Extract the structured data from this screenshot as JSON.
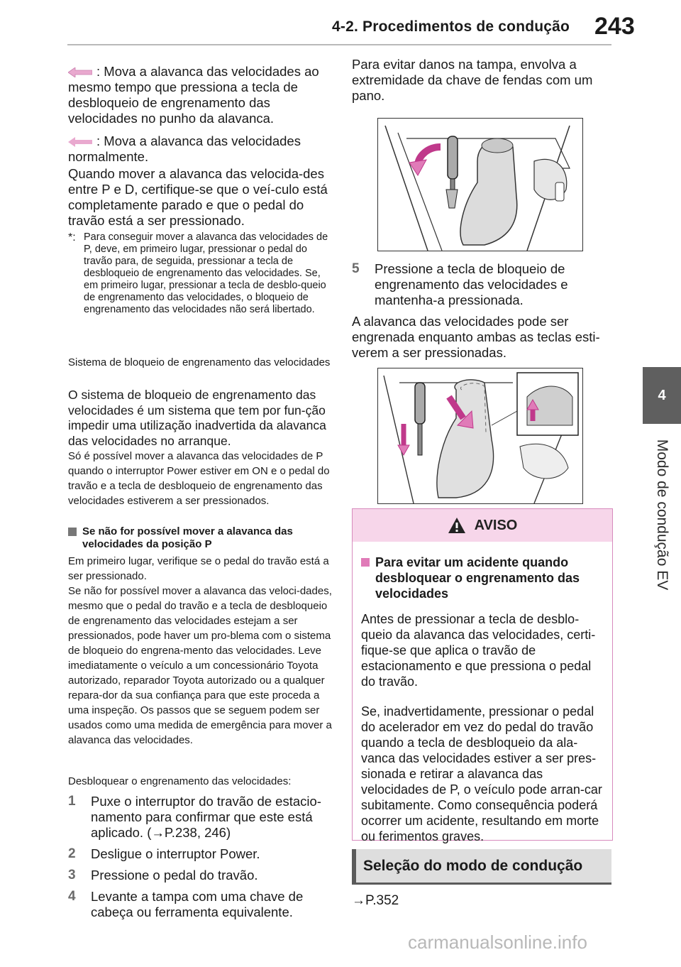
{
  "header": {
    "title": "4-2. Procedimentos de condução",
    "page_number": "243"
  },
  "side": {
    "tab_number": "4",
    "tab_label": "Modo de condução EV"
  },
  "left": {
    "arrow1_text": ": Mova a alavanca das velocidades ao mesmo tempo que pressiona a tecla de desbloqueio de engrenamento das velocidades no punho da alavanca.",
    "arrow2_text": ": Mova a alavanca das velocidades normalmente.",
    "para1": "Quando mover a alavanca das velocida-des entre P e D, certifique-se que o veí-culo está completamente parado e que o pedal do travão está a ser pressionado.",
    "note_mark": "*:",
    "note_text": "Para conseguir mover a alavanca das velocidades de P, deve, em primeiro lugar, pressionar o pedal do travão para, de seguida, pressionar a tecla de desbloqueio de engrenamento das velocidades. Se, em primeiro lugar, pressionar a tecla de desblo-queio de engrenamento das velocidades, o bloqueio de engrenamento das velocidades não será libertado.",
    "subtitle": "Sistema de bloqueio de engrenamento das velocidades",
    "para2": "O sistema de bloqueio de engrenamento das velocidades é um sistema que tem por fun-ção impedir uma utilização inadvertida da alavanca das velocidades no arranque.",
    "para3": "Só é possível mover a alavanca das velocidades de P quando o interruptor Power estiver em ON e o pedal do travão e a tecla de desbloqueio de engrenamento das velocidades estiverem a ser pressionados.",
    "heading": "Se não for possível mover a alavanca das velocidades da posição P",
    "para4": "Em primeiro lugar, verifique se o pedal do travão está a ser pressionado.",
    "para5": "Se não for possível mover a alavanca das veloci-dades, mesmo que o pedal do travão e a tecla de desbloqueio de engrenamento das velocidades estejam a ser pressionados, pode haver um pro-blema com o sistema de bloqueio do engrena-mento das velocidades. Leve imediatamente o veículo a um concessionário Toyota autorizado, reparador Toyota autorizado ou a qualquer repara-dor da sua confiança para que este proceda a uma inspeção. Os passos que se seguem podem ser usados como uma medida de emergência para mover a alavanca das velocidades.",
    "para6": "Desbloquear o engrenamento das velocidades:",
    "steps": [
      {
        "num": "1",
        "text": "Puxe o interruptor do travão de estacio-namento para confirmar que este está aplicado. (→P.238, 246)"
      },
      {
        "num": "2",
        "text": "Desligue o interruptor Power."
      },
      {
        "num": "3",
        "text": "Pressione o pedal do travão."
      },
      {
        "num": "4",
        "text": "Levante a tampa com uma chave de cabeça ou ferramenta equivalente."
      }
    ]
  },
  "right": {
    "para1": "Para evitar danos na tampa, envolva a extremidade da chave de fendas com um pano.",
    "step5_num": "5",
    "step5_text": "Pressione a tecla de bloqueio de engrenamento das velocidades e mantenha-a pressionada.",
    "para2": "A alavanca das velocidades pode ser engrenada enquanto ambas as teclas esti-verem a ser pressionadas.",
    "warning": {
      "title": "AVISO",
      "subtitle": "Para evitar um acidente quando desbloquear o engrenamento das velocidades",
      "p1": "Antes de pressionar a tecla de desblo-queio da alavanca das velocidades, certi-fique-se que aplica o travão de estacionamento e que pressiona o pedal do travão.",
      "p2": "Se, inadvertidamente, pressionar o pedal do acelerador em vez do pedal do travão quando a tecla de desbloqueio da ala-vanca das velocidades estiver a ser pres-sionada e retirar a alavanca das velocidades de P, o veículo pode arran-car subitamente. Como consequência poderá ocorrer um acidente, resultando em morte ou ferimentos graves."
    },
    "section_title": "Seleção do modo de condução",
    "section_ref": "→P.352"
  },
  "watermark": "carmanualsonline.info",
  "colors": {
    "warning_header": "#f7d6ea",
    "warning_border": "#d78bbd",
    "accent_pink": "#e07bb8",
    "side_tab": "#5f5f5f"
  }
}
